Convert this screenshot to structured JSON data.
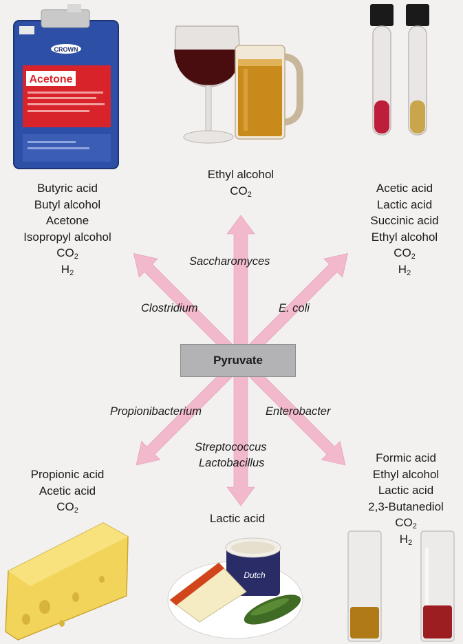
{
  "center": {
    "label": "Pyruvate"
  },
  "products": {
    "top_left": [
      "Butyric acid",
      "Butyl alcohol",
      "Acetone",
      "Isopropyl alcohol",
      "CO2",
      "H2"
    ],
    "top_center": [
      "Ethyl alcohol",
      "CO2"
    ],
    "top_right": [
      "Acetic acid",
      "Lactic acid",
      "Succinic acid",
      "Ethyl alcohol",
      "CO2",
      "H2"
    ],
    "bottom_left": [
      "Propionic acid",
      "Acetic acid",
      "CO2"
    ],
    "bottom_center": [
      "Lactic acid"
    ],
    "bottom_right": [
      "Formic acid",
      "Ethyl alcohol",
      "Lactic acid",
      "2,3-Butanediol",
      "CO2",
      "H2"
    ]
  },
  "organisms": {
    "up": "Saccharomyces",
    "up_left": "Clostridium",
    "up_right": "E. coli",
    "down_left": "Propionibacterium",
    "down_right": "Enterobacter",
    "down_1": "Streptococcus",
    "down_2": "Lactobacillus"
  },
  "images": {
    "acetone_can": {
      "brand": "CROWN",
      "label": "Acetone"
    },
    "yogurt_cup": {
      "label": "Dutch"
    }
  },
  "colors": {
    "arrow": "#f2b8cc",
    "box": "#b3b2b5",
    "background": "#f2f1ef"
  }
}
